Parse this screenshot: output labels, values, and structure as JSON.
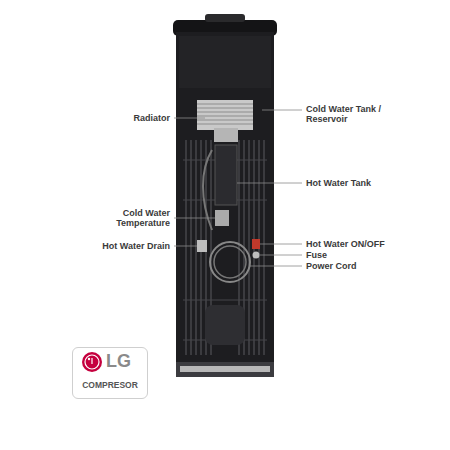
{
  "diagram": {
    "nodes": [
      {
        "text": [
          "LG",
          "COMPRESOR"
        ]
      }
    ],
    "labels": [
      "Radiator",
      "Cold Water Tank / Reservoir",
      "Hot Water Tank",
      "Cold Water Temperature",
      "Hot Water Drain",
      "Hot Water ON/OFF",
      "Fuse",
      "Power Cord"
    ]
  }
}
